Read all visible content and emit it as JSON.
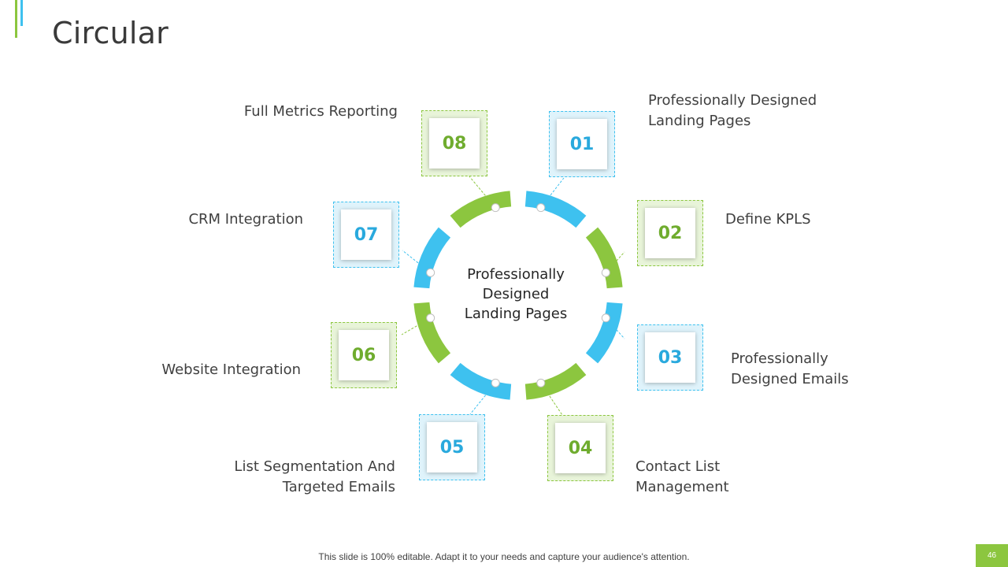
{
  "title": "Circular",
  "center_text": {
    "line1": "Professionally",
    "line2": "Designed",
    "line3": "Landing Pages"
  },
  "items": [
    {
      "number": "01",
      "label_line1": "Professionally  Designed",
      "label_line2": "Landing Pages",
      "color": "blue"
    },
    {
      "number": "02",
      "label_line1": "Define  KPLS",
      "label_line2": "",
      "color": "green"
    },
    {
      "number": "03",
      "label_line1": "Professionally",
      "label_line2": "Designed Emails",
      "color": "blue"
    },
    {
      "number": "04",
      "label_line1": "Contact List",
      "label_line2": "Management",
      "color": "green"
    },
    {
      "number": "05",
      "label_line1": "List Segmentation And",
      "label_line2": "Targeted Emails",
      "color": "blue"
    },
    {
      "number": "06",
      "label_line1": "Website  Integration",
      "label_line2": "",
      "color": "green"
    },
    {
      "number": "07",
      "label_line1": "CRM  Integration",
      "label_line2": "",
      "color": "blue"
    },
    {
      "number": "08",
      "label_line1": "Full Metrics  Reporting",
      "label_line2": "",
      "color": "green"
    }
  ],
  "colors": {
    "blue": "#3ec1ef",
    "green": "#8cc63f"
  },
  "footer": "This slide is 100% editable. Adapt it to your needs and capture your audience's attention.",
  "page_number": "46"
}
